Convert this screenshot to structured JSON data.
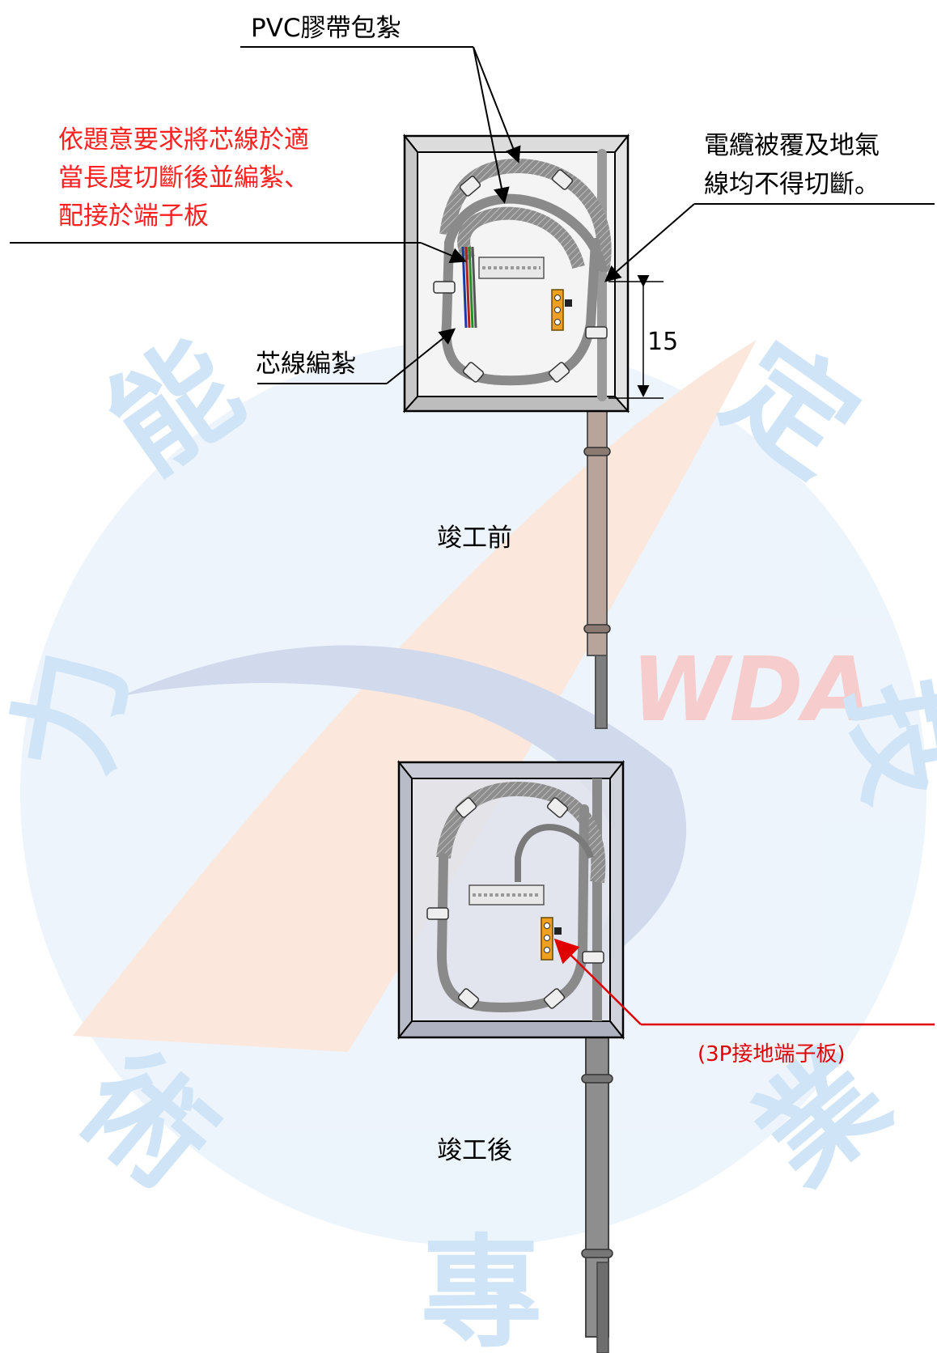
{
  "labels": {
    "pvc_tape": "PVC膠帶包紮",
    "instruction": [
      "依題意要求將芯線於適",
      "當長度切斷後並編紮、",
      "配接於端子板"
    ],
    "no_cut": [
      "電纜被覆及地氣",
      "線均不得切斷。"
    ],
    "core_bundle": "芯線編紮",
    "dimension": "15",
    "before": "竣工前",
    "after": "竣工後",
    "ground_terminal": "(3P接地端子板)"
  },
  "watermark": {
    "text": "WDA",
    "characters": [
      "能",
      "力",
      "定",
      "技",
      "術",
      "業",
      "專"
    ]
  },
  "colors": {
    "red_text": "#ff2020",
    "box_fill": "#f0f0f0",
    "cable_gray": "#8a8a8a",
    "conduit_brown": "#b8a49a",
    "terminal_orange": "#f0a020",
    "watermark_blue": "#cfe4f7",
    "watermark_orange": "#f9d8c8"
  }
}
